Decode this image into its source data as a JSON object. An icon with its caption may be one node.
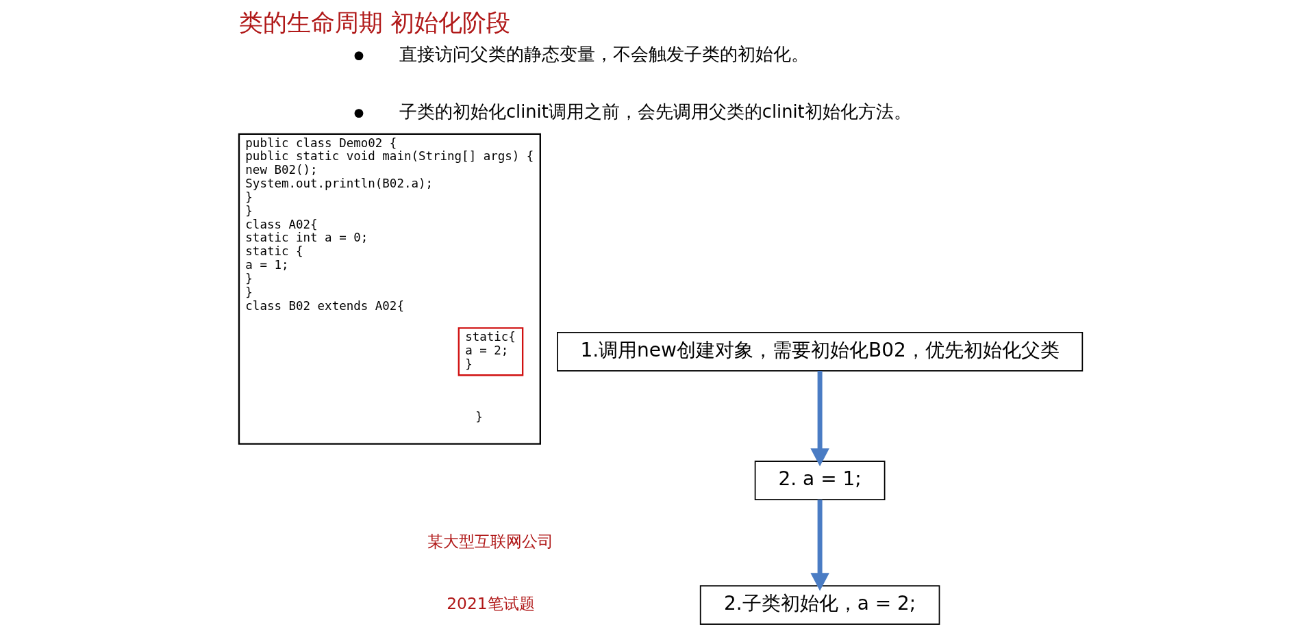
{
  "diagram": {
    "title": "类的生命周期 初始化阶段",
    "nodes": [
      {
        "text": [
          "public class Demo02 {",
          "public static void main(String[] args) {",
          "new B02();",
          "System.out.println(B02.a);",
          "}",
          "}",
          "class A02{",
          "static int a = 0;",
          "static {",
          "a = 1;",
          "}",
          "}",
          "class B02 extends A02{",
          "}"
        ]
      },
      {
        "text": [
          "static{",
          "a = 2;",
          "}"
        ],
        "in": 0
      },
      {
        "text": [
          "1.调用new创建对象，需要初始化B02，优先初始化父类"
        ]
      },
      {
        "text": [
          "2. a = 1;"
        ]
      },
      {
        "text": [
          "2.子类初始化，a = 2;"
        ]
      }
    ],
    "edges": [
      {
        "from": 2,
        "to": 3,
        "arrow": "to"
      },
      {
        "from": 3,
        "to": 4,
        "arrow": "to"
      }
    ],
    "labels": [
      "直接访问父类的静态变量，不会触发子类的初始化。",
      "子类的初始化clinit调用之前，会先调用父类的clinit初始化方法。",
      "某大型互联网公司",
      "2021笔试题"
    ]
  }
}
